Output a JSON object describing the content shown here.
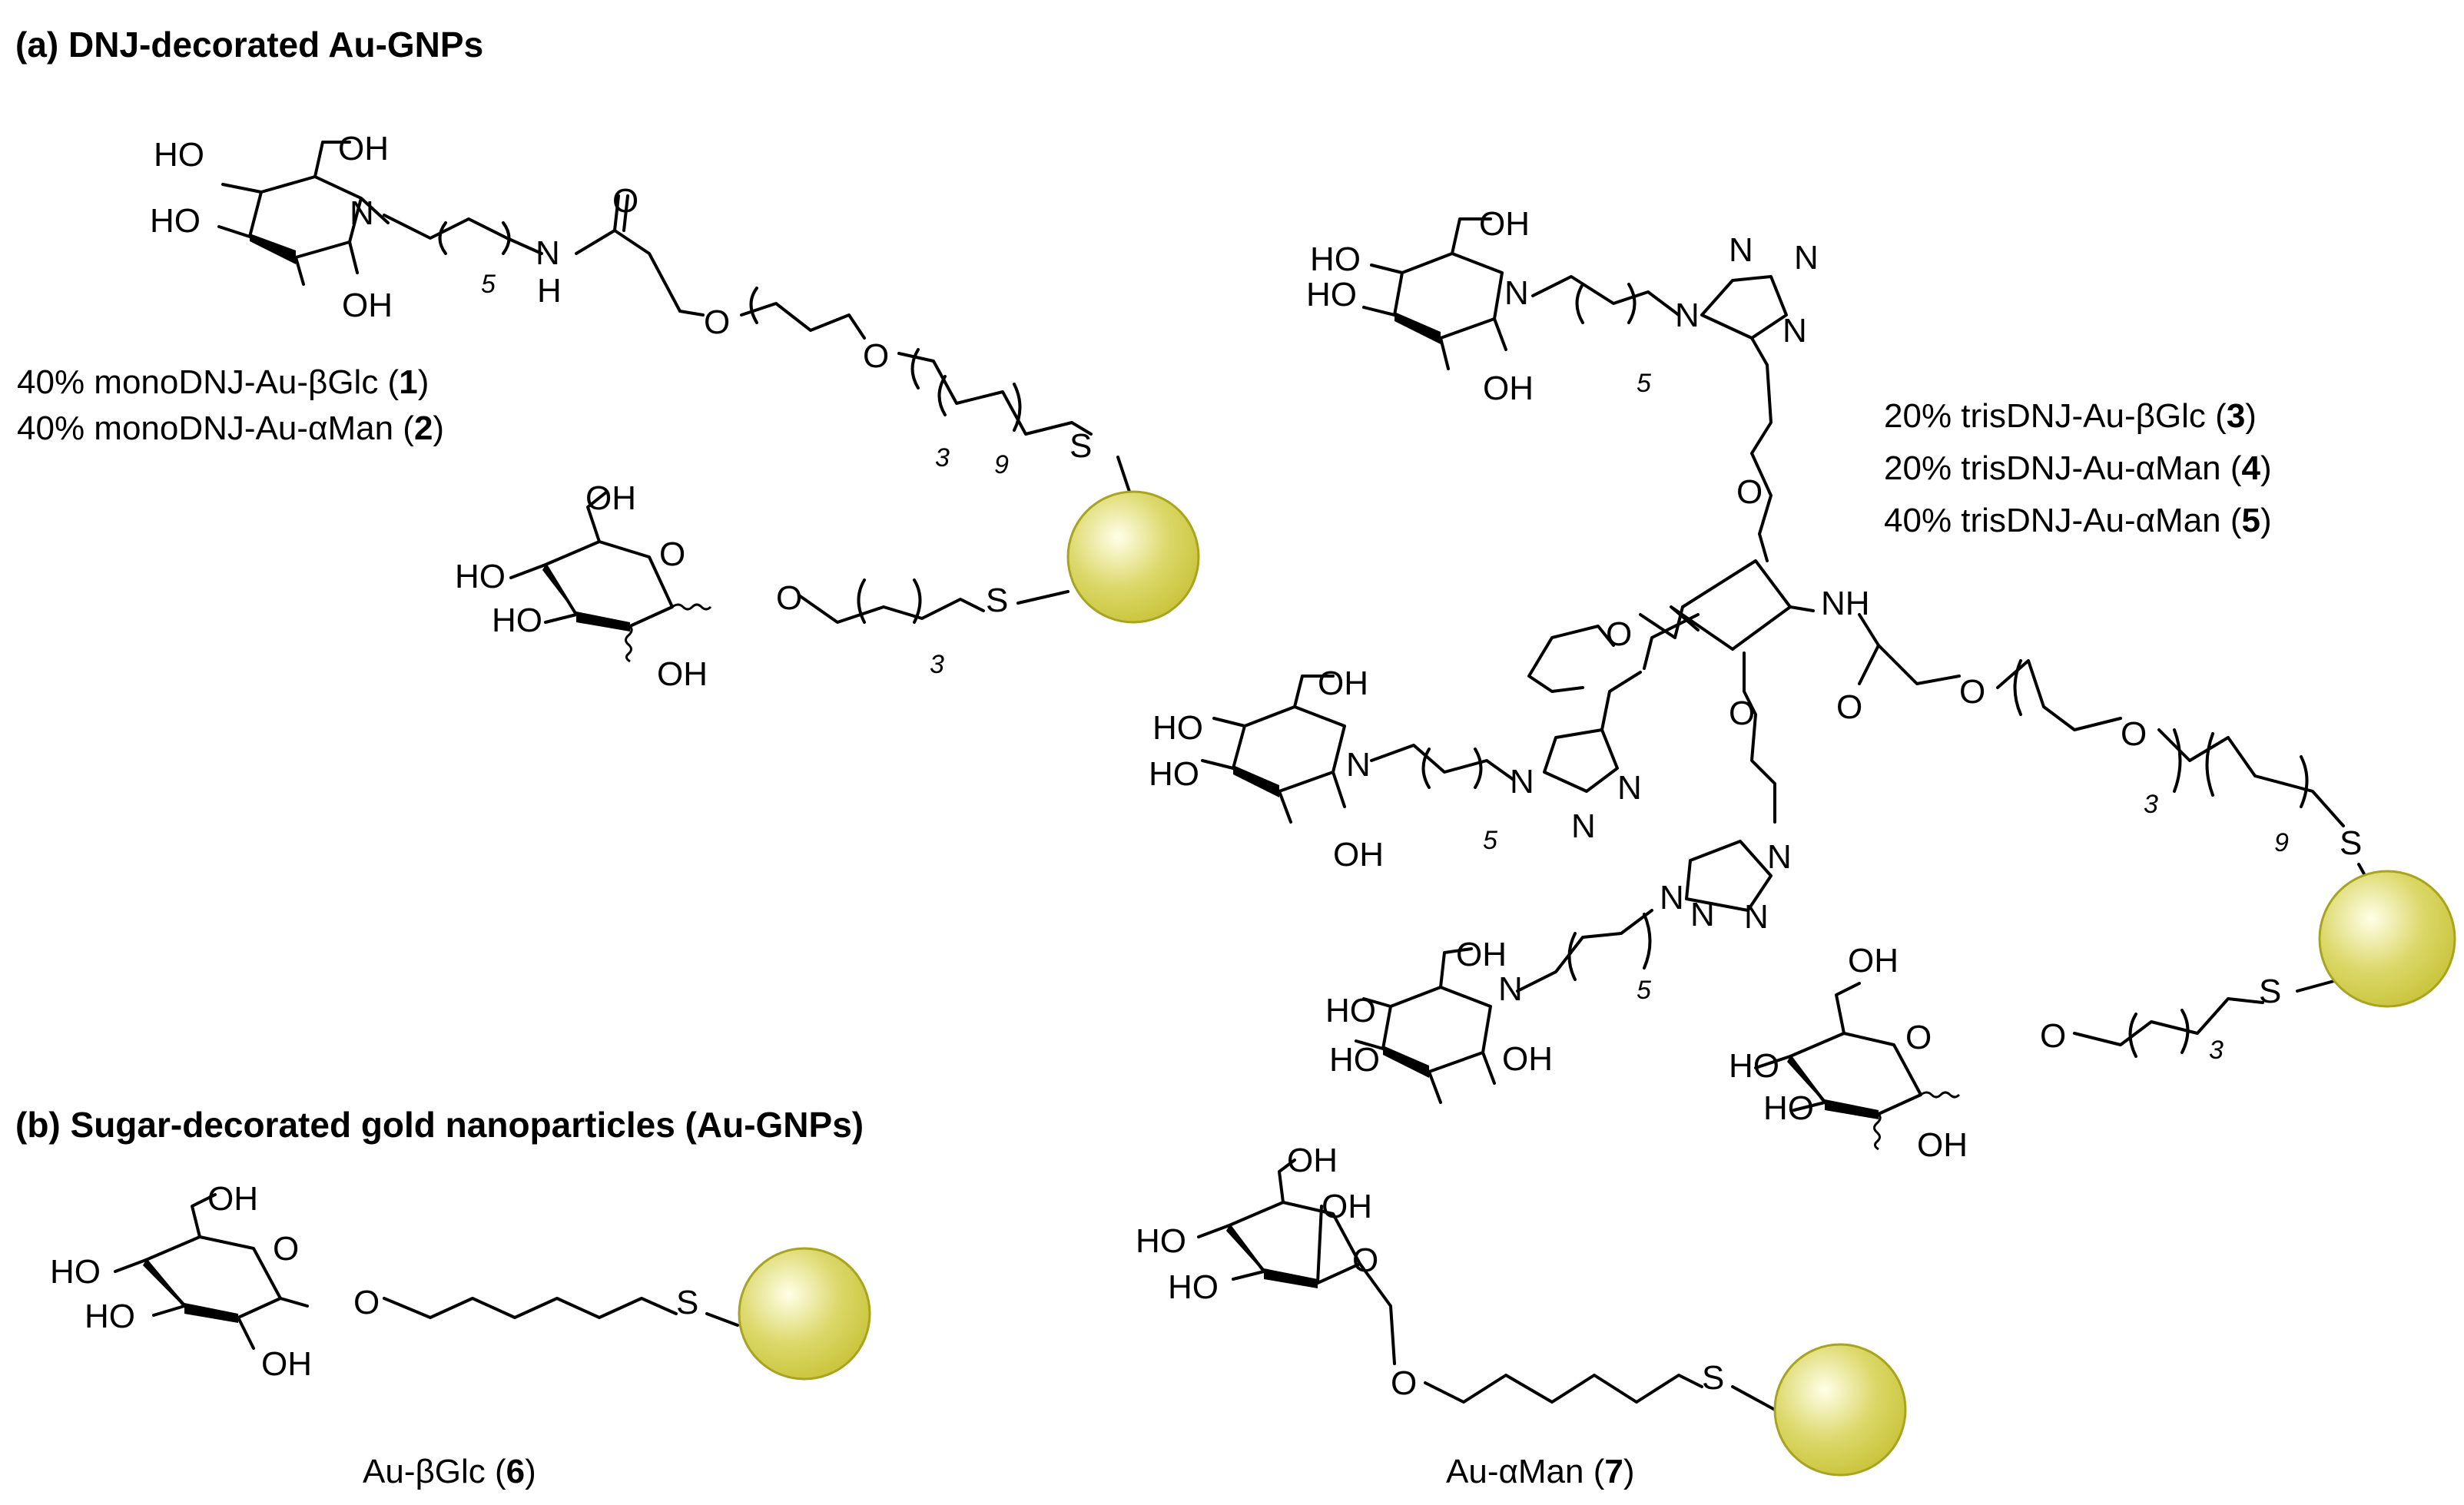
{
  "panel_a": {
    "heading": "(a) DNJ-decorated Au-GNPs",
    "mono_labels": [
      {
        "prefix": "40% monoDNJ-Au-βGlc (",
        "num": "1",
        "suffix": ")"
      },
      {
        "prefix": "40% monoDNJ-Au-αMan (",
        "num": "2",
        "suffix": ")"
      }
    ],
    "tris_labels": [
      {
        "prefix": "20% trisDNJ-Au-βGlc (",
        "num": "3",
        "suffix": ")"
      },
      {
        "prefix": "20% trisDNJ-Au-αMan (",
        "num": "4",
        "suffix": ")"
      },
      {
        "prefix": "40% trisDNJ-Au-αMan (",
        "num": "5",
        "suffix": ")"
      }
    ]
  },
  "panel_b": {
    "heading": "(b) Sugar-decorated gold nanoparticles (Au-GNPs)",
    "glc_label": {
      "prefix": "Au-βGlc (",
      "num": "6",
      "suffix": ")"
    },
    "man_label": {
      "prefix": "Au-αMan (",
      "num": "7",
      "suffix": ")"
    }
  },
  "atoms": {
    "oh": "OH",
    "ho": "HO",
    "n": "N",
    "nh": "NH",
    "h": "H",
    "o": "O",
    "s": "S"
  },
  "repeat_counts": {
    "five": "5",
    "three": "3",
    "nine": "9"
  },
  "colors": {
    "gold_particle": "#c8c43a",
    "gold_highlight": "#ffffe8",
    "line": "#000000"
  }
}
